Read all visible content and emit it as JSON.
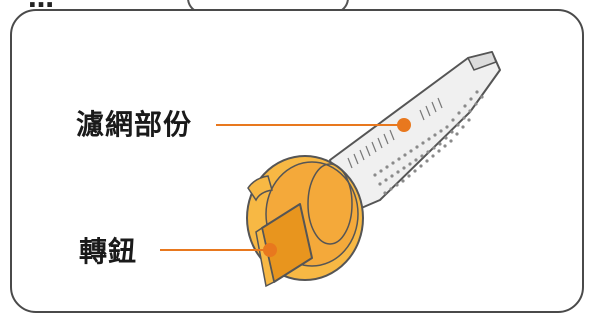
{
  "header": {
    "title_fragment": "…"
  },
  "diagram": {
    "callouts": [
      {
        "id": "filter",
        "label": "濾網部份"
      },
      {
        "id": "knob",
        "label": "轉鈕"
      }
    ],
    "colors": {
      "accent_line": "#e8781e",
      "knob_fill": "#f7b844",
      "knob_dark": "#e8951e",
      "filter_fill": "#f0f0f0",
      "outline": "#555555"
    }
  }
}
